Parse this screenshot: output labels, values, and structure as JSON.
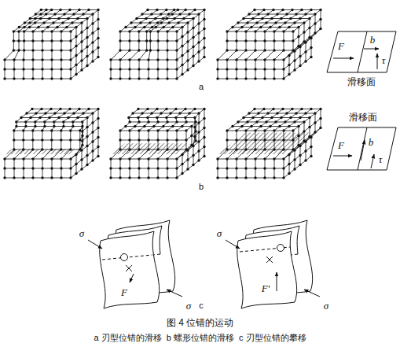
{
  "diagram": {
    "title": "图 4 位错的运动",
    "caption": "a 刃型位错的滑移  b 螺形位错的滑移  c 刃型位错的攀移",
    "nodes": [
      {
        "text": [
          "F",
          "b",
          "τ",
          "滑移面"
        ]
      },
      {
        "text": [
          "滑移面",
          "b",
          "F",
          "τ"
        ]
      }
    ],
    "labels": [
      "a",
      "b",
      "σ",
      "σ",
      "F",
      "F'",
      "σ",
      "σ",
      "c"
    ]
  }
}
